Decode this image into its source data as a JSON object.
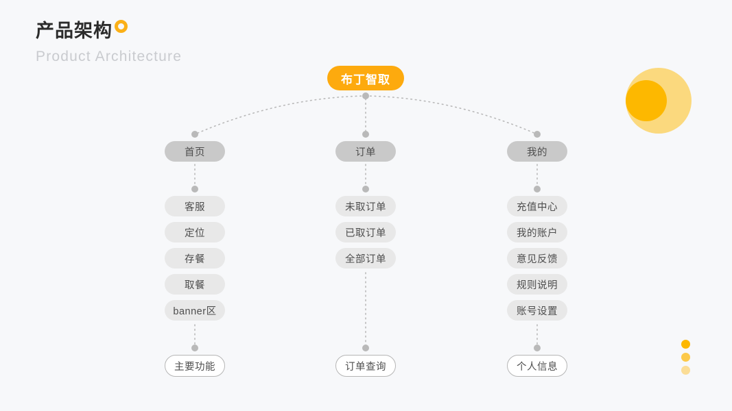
{
  "header": {
    "title_cn": "产品架构",
    "title_en": "Product Architecture",
    "ring_icon": "orange-ring-icon"
  },
  "decor": {
    "big_circle_color": "#fbd97e",
    "small_circle_color": "#fdb800",
    "dot_colors": [
      "#fdb800",
      "#fcc94a",
      "#fbdd96"
    ]
  },
  "colors": {
    "background": "#f7f8fa",
    "accent": "#fdaa0e",
    "level2_fill": "#c9c9c9",
    "level3_fill": "#e8e8e8",
    "leaf_border": "#b5b5b5",
    "connector": "#b9b9b9",
    "text": "#4d4d4d"
  },
  "diagram": {
    "root": {
      "label": "布丁智取"
    },
    "branches": [
      {
        "head": "首页",
        "children": [
          "客服",
          "定位",
          "存餐",
          "取餐",
          "banner区"
        ],
        "footer": "主要功能"
      },
      {
        "head": "订单",
        "children": [
          "未取订单",
          "已取订单",
          "全部订单"
        ],
        "footer": "订单查询"
      },
      {
        "head": "我的",
        "children": [
          "充值中心",
          "我的账户",
          "意见反馈",
          "规则说明",
          "账号设置"
        ],
        "footer": "个人信息"
      }
    ]
  }
}
